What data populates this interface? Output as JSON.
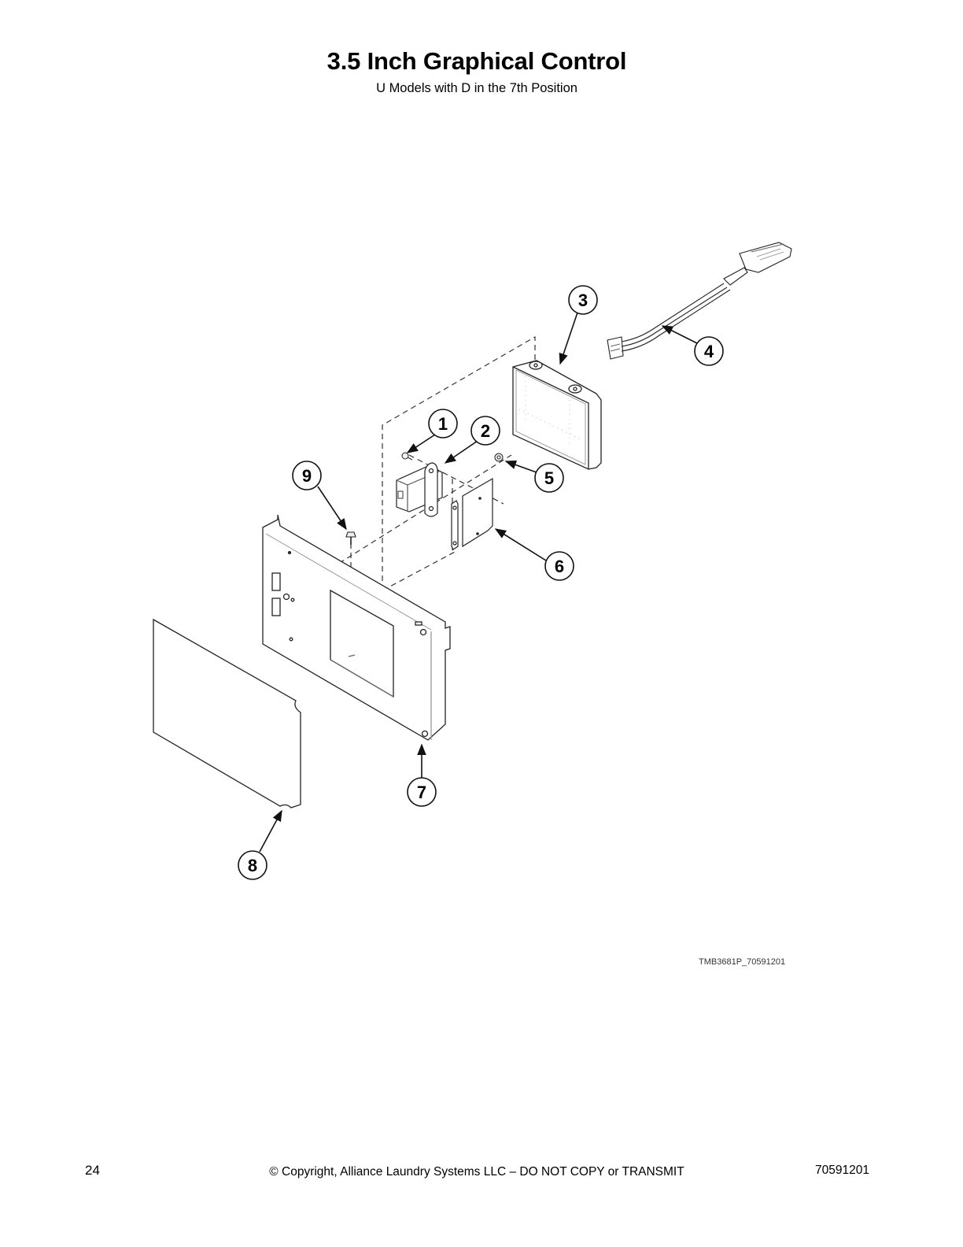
{
  "header": {
    "title": "3.5 Inch Graphical Control",
    "subtitle": "U Models with D in the 7th Position"
  },
  "diagram": {
    "figure_code": "TMB3681P_70591201",
    "callouts": [
      {
        "number": "1",
        "part": "screw"
      },
      {
        "number": "2",
        "part": "module-with-bracket"
      },
      {
        "number": "3",
        "part": "control-display-housing"
      },
      {
        "number": "4",
        "part": "wire-harness"
      },
      {
        "number": "5",
        "part": "nut"
      },
      {
        "number": "6",
        "part": "mounting-bracket-plate"
      },
      {
        "number": "7",
        "part": "control-panel"
      },
      {
        "number": "8",
        "part": "overlay-panel"
      },
      {
        "number": "9",
        "part": "screw"
      }
    ]
  },
  "footer": {
    "page_number": "24",
    "copyright": "© Copyright, Alliance Laundry Systems LLC – DO NOT COPY or TRANSMIT",
    "document_number": "70591201"
  }
}
